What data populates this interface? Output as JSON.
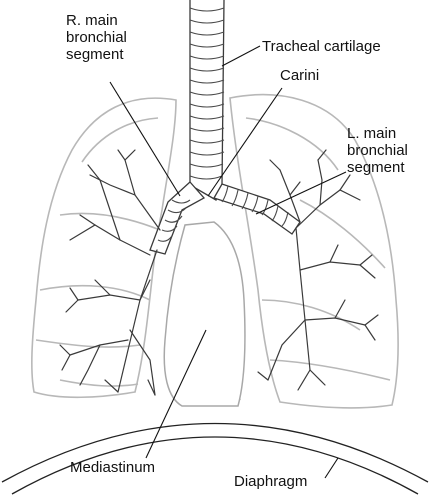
{
  "labels": {
    "r_main_bronchial": [
      "R. main",
      "bronchial",
      "segment"
    ],
    "tracheal_cartilage": "Tracheal cartilage",
    "carini": "Carini",
    "l_main_bronchial": [
      "L. main",
      "bronchial",
      "segment"
    ],
    "mediastinum": "Mediastinum",
    "diaphragm": "Diaphragm"
  },
  "colors": {
    "lung_outline": "#b8b8b8",
    "airway_outline": "#3a3a3a",
    "leader_line": "#111111",
    "diaphragm": "#222222"
  }
}
